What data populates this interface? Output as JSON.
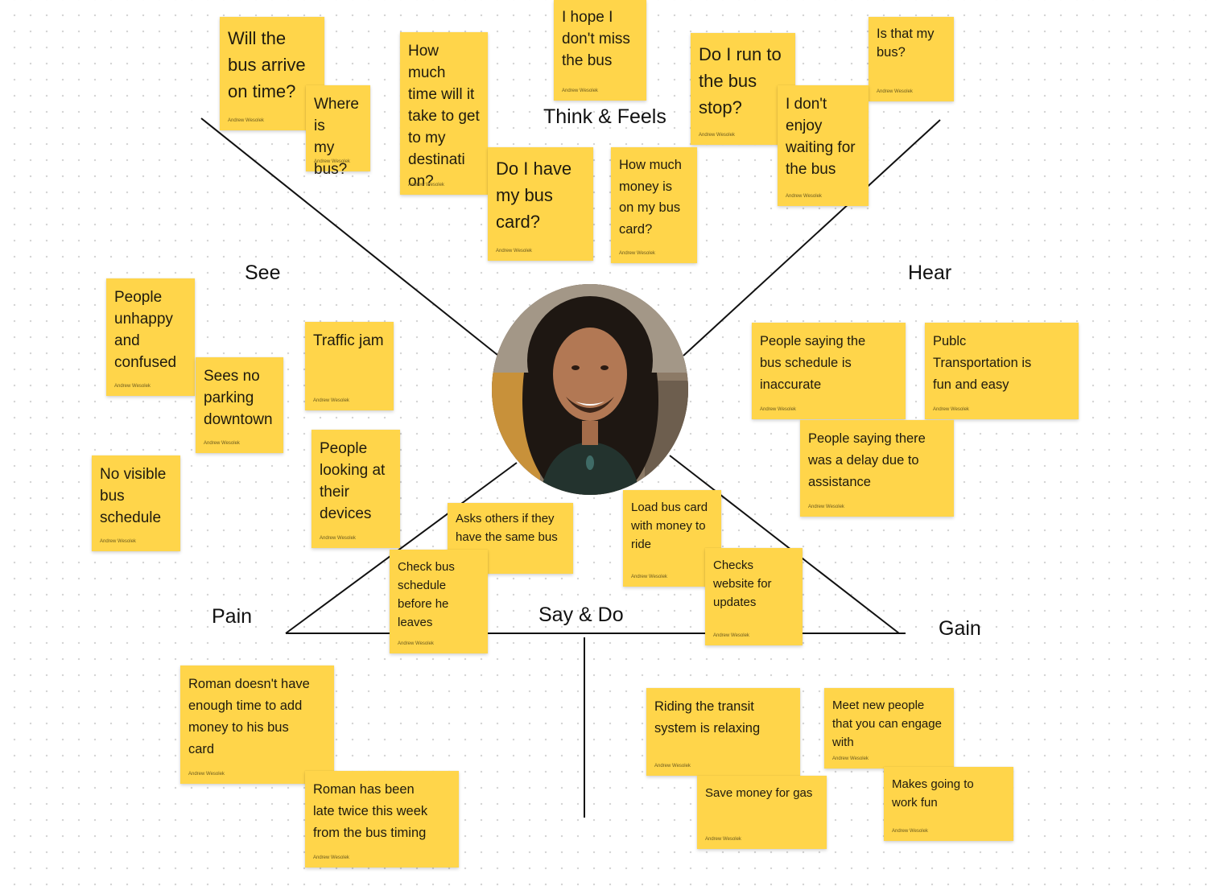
{
  "labels": {
    "think_feels": "Think & Feels",
    "see": "See",
    "hear": "Hear",
    "pain": "Pain",
    "say_do": "Say & Do",
    "gain": "Gain"
  },
  "author": "Andrew Wesolek",
  "colors": {
    "note": "#ffd54a",
    "line": "#111111"
  },
  "notes": {
    "will_bus_arrive": "Will the\nbus arrive\non time?",
    "where_is_bus": "Where is\nmy bus?",
    "how_much_time": "How much\ntime will it\ntake to get\nto my\ndestinati\non?",
    "hope_not_miss": "I hope I\ndon't miss\nthe bus",
    "do_i_run": "Do I run to\nthe bus\nstop?",
    "is_that_my_bus": "Is that my\nbus?",
    "dont_enjoy_waiting": "I don't\nenjoy\nwaiting for\nthe bus",
    "have_bus_card": "Do I have\nmy bus\ncard?",
    "money_on_card": "How much\nmoney is\non my bus\ncard?",
    "people_unhappy": "People\nunhappy\nand\nconfused",
    "no_parking": "Sees no\nparking\ndowntown",
    "traffic_jam": "Traffic jam",
    "no_visible_schedule": "No visible\nbus\nschedule",
    "looking_devices": "People\nlooking at\ntheir\ndevices",
    "schedule_inaccurate": "People saying the\nbus schedule is\ninaccurate",
    "public_fun": "Publc\nTransportation is\nfun and easy",
    "delay_assistance": "People saying there\nwas a delay due to\nassistance",
    "asks_others": "Asks others if they\nhave the same bus",
    "load_card": "Load bus card\nwith money to\nride",
    "check_schedule": "Check bus\nschedule\nbefore he\nleaves",
    "checks_website": "Checks\nwebsite for\nupdates",
    "not_enough_time": "Roman doesn't have\nenough time to add\nmoney to his bus\ncard",
    "late_twice": "Roman has been\nlate twice this week\nfrom the bus timing",
    "riding_relaxing": "Riding the transit\nsystem is relaxing",
    "save_money": "Save money for gas",
    "meet_people": "Meet new people\nthat you can engage\nwith",
    "work_fun": "Makes going to\nwork fun"
  }
}
